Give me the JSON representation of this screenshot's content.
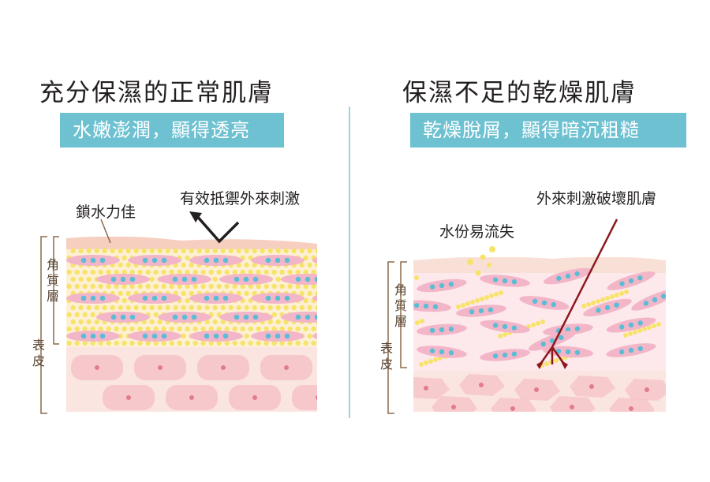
{
  "left": {
    "title": "充分保濕的正常肌膚",
    "subtitle": "水嫩澎潤，顯得透亮",
    "labels": {
      "lock_water": "鎖水力佳",
      "defense": "有效抵禦外來刺激"
    },
    "side": {
      "stratum_corneum": [
        "角",
        "質",
        "層"
      ],
      "epidermis": [
        "表",
        "皮"
      ]
    }
  },
  "right": {
    "title": "保濕不足的乾燥肌膚",
    "subtitle": "乾燥脫屑，顯得暗沉粗糙",
    "labels": {
      "damage": "外來刺激破壞肌膚",
      "water_loss": "水份易流失"
    },
    "side": {
      "stratum_corneum": [
        "角",
        "質",
        "層"
      ],
      "epidermis": [
        "表",
        "皮"
      ]
    }
  },
  "colors": {
    "banner": "#6ec1d1",
    "divider": "#9fd3dc",
    "skin_surface": "#f7cfc0",
    "cell_oval": "#f3b6c8",
    "cell_dot": "#5bbcd6",
    "lipid_dot": "#f7e36a",
    "lower_layer": "#fbe5e1",
    "lower_cell": "#f5b9bf",
    "arrow": "#8b1a1f",
    "bracket": "#8c6a4a"
  }
}
